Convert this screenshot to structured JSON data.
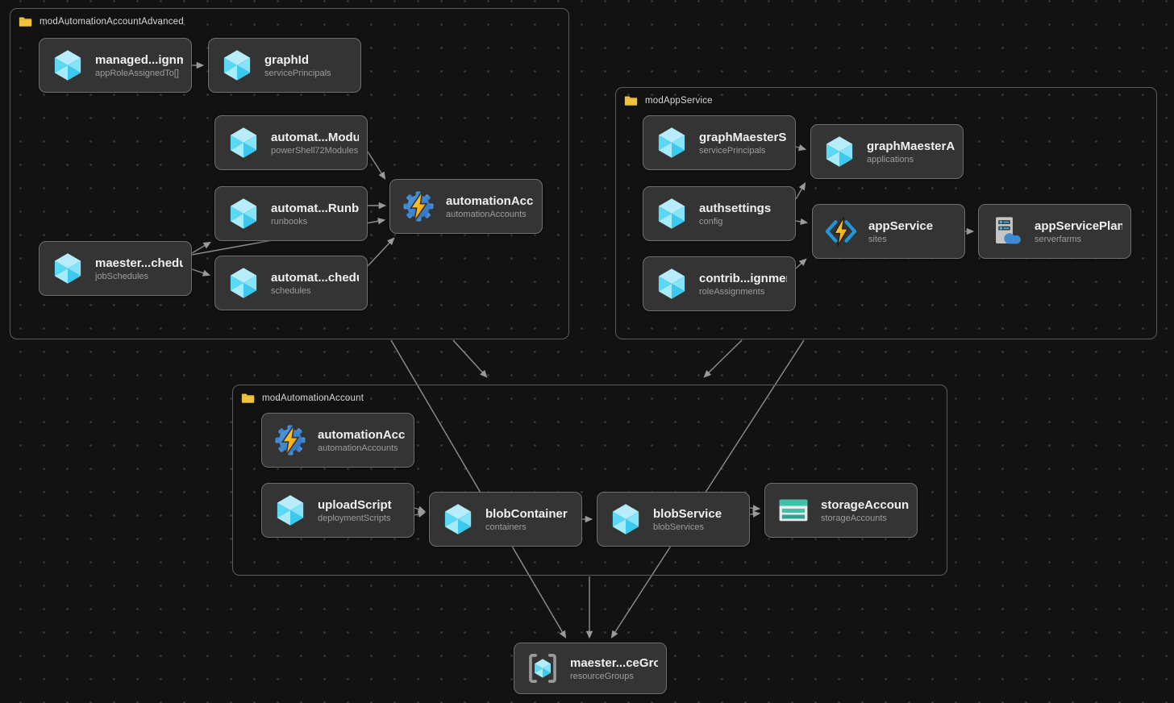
{
  "diagram": {
    "groups": [
      {
        "label": "modAutomationAccountAdvanced",
        "nodes": [
          {
            "title": "managed...ignment",
            "subtitle": "appRoleAssignedTo[]",
            "icon": "module-cube"
          },
          {
            "title": "graphId",
            "subtitle": "servicePrincipals",
            "icon": "module-cube"
          },
          {
            "title": "automat...Modules",
            "subtitle": "powerShell72Modules[]",
            "icon": "module-cube"
          },
          {
            "title": "automat...Runbook",
            "subtitle": "runbooks",
            "icon": "module-cube"
          },
          {
            "title": "maester...chedule",
            "subtitle": "jobSchedules",
            "icon": "module-cube"
          },
          {
            "title": "automat...chedule",
            "subtitle": "schedules",
            "icon": "module-cube"
          },
          {
            "title": "automationAccount",
            "subtitle": "automationAccounts",
            "icon": "automation-gear"
          }
        ]
      },
      {
        "label": "modAppService",
        "nodes": [
          {
            "title": "graphMaesterSp",
            "subtitle": "servicePrincipals",
            "icon": "module-cube"
          },
          {
            "title": "graphMaesterApp",
            "subtitle": "applications",
            "icon": "module-cube"
          },
          {
            "title": "authsettings",
            "subtitle": "config",
            "icon": "module-cube"
          },
          {
            "title": "appService",
            "subtitle": "sites",
            "icon": "app-service"
          },
          {
            "title": "appServicePlan",
            "subtitle": "serverfarms",
            "icon": "server-farm"
          },
          {
            "title": "contrib...ignment",
            "subtitle": "roleAssignments",
            "icon": "module-cube"
          }
        ]
      },
      {
        "label": "modAutomationAccount",
        "nodes": [
          {
            "title": "automationAccount",
            "subtitle": "automationAccounts",
            "icon": "automation-gear"
          },
          {
            "title": "uploadScript",
            "subtitle": "deploymentScripts",
            "icon": "module-cube"
          },
          {
            "title": "blobContainer",
            "subtitle": "containers",
            "icon": "module-cube"
          },
          {
            "title": "blobService",
            "subtitle": "blobServices",
            "icon": "module-cube"
          },
          {
            "title": "storageAccount",
            "subtitle": "storageAccounts",
            "icon": "storage-account"
          }
        ]
      }
    ],
    "standalone": [
      {
        "title": "maester...ceGroup",
        "subtitle": "resourceGroups",
        "icon": "resource-group"
      }
    ],
    "colors": {
      "background": "#121212",
      "dot_grid": "#3b3b3b",
      "node_background": "#343434",
      "node_border": "#6f6f6f",
      "group_border": "#5c5c5c",
      "edge": "#909090",
      "title_text": "#f0f0f0",
      "subtitle_text": "#9d9d9d",
      "folder_yellow": "#f0c33c",
      "cube_cyan": "#50d8f4",
      "automation_blue": "#3f8ad1",
      "bolt_gold": "#ffc93e",
      "storage_teal": "#3ec0a9"
    }
  }
}
